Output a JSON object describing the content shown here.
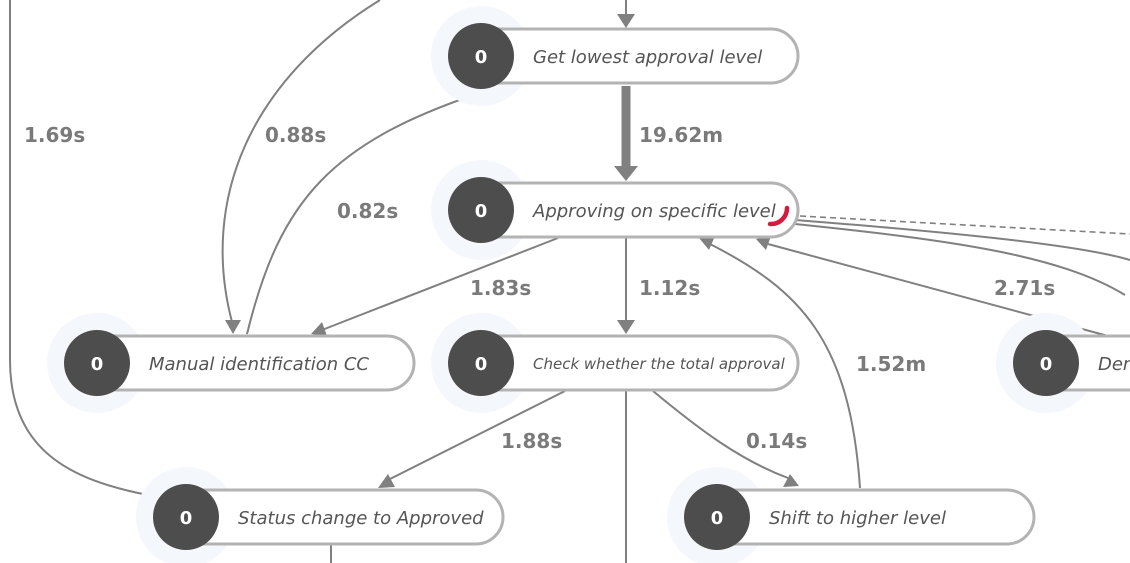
{
  "nodes": [
    {
      "id": "get-lowest-approval-level",
      "count": "0",
      "label": "Get lowest approval level"
    },
    {
      "id": "approving-on-specific-level",
      "count": "0",
      "label": "Approving on specific level"
    },
    {
      "id": "manual-identification-cc",
      "count": "0",
      "label": "Manual identification CC"
    },
    {
      "id": "check-whether-total-approval",
      "count": "0",
      "label": "Check whether the total approval"
    },
    {
      "id": "den-partial",
      "count": "0",
      "label": "Den"
    },
    {
      "id": "status-change-to-approved",
      "count": "0",
      "label": "Status change to Approved"
    },
    {
      "id": "shift-to-higher-level",
      "count": "0",
      "label": "Shift to higher level"
    }
  ],
  "edges": [
    {
      "id": "edge-left-169",
      "label": "1.69s"
    },
    {
      "id": "edge-top-088",
      "label": "0.88s"
    },
    {
      "id": "edge-manual-to-get-082",
      "label": "0.82s"
    },
    {
      "id": "edge-get-to-approving-1962",
      "label": "19.62m"
    },
    {
      "id": "edge-approving-to-manual-183",
      "label": "1.83s"
    },
    {
      "id": "edge-approving-to-check-112",
      "label": "1.12s"
    },
    {
      "id": "edge-den-to-approving-271",
      "label": "2.71s"
    },
    {
      "id": "edge-shift-to-approving-152",
      "label": "1.52m"
    },
    {
      "id": "edge-check-to-status-188",
      "label": "1.88s"
    },
    {
      "id": "edge-check-to-shift-014",
      "label": "0.14s"
    }
  ]
}
